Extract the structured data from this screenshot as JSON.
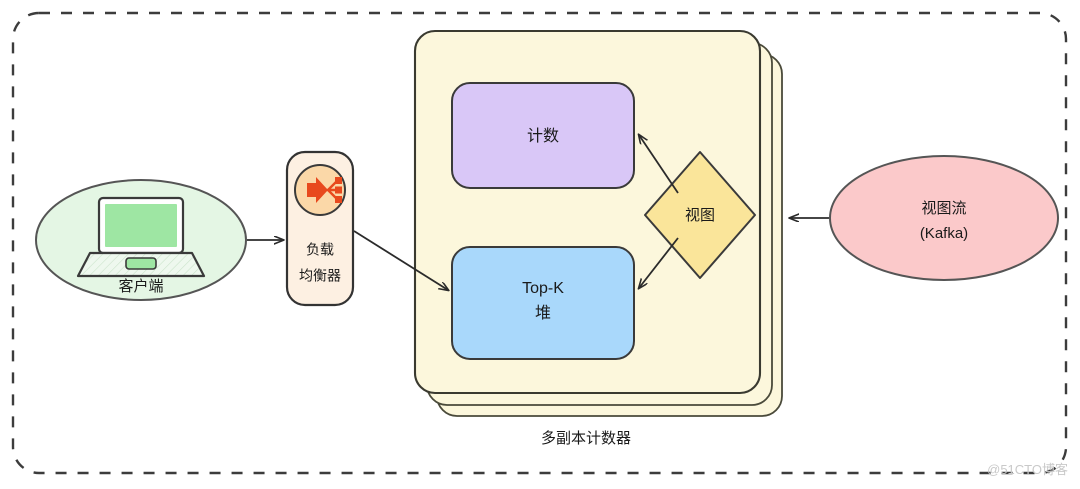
{
  "diagram": {
    "title_caption": "多副本计数器",
    "watermark": "@51CTO博客",
    "outer_border_style": "dashed-rounded-rect"
  },
  "nodes": {
    "client": {
      "label": "客户端",
      "icon": "laptop-icon",
      "shape": "ellipse",
      "fill": "#e4f6e4",
      "stroke": "#555555"
    },
    "load_balancer": {
      "label_line1": "负载",
      "label_line2": "均衡器",
      "icon": "load-balancer-icon",
      "shape": "rounded-rect",
      "fill": "#fdf0e2",
      "stroke": "#333333",
      "icon_circle_fill": "#fbd8a8",
      "icon_glyph_color": "#e8491d"
    },
    "counter_panel": {
      "caption": "多副本计数器",
      "shape": "stacked-rounded-rect",
      "fill": "#fcf7dc",
      "stroke": "#4a4a3a",
      "stack_count": 3
    },
    "count_box": {
      "label": "计数",
      "shape": "rounded-rect",
      "fill": "#d9c7f7",
      "stroke": "#3a3a3a"
    },
    "topk_box": {
      "label_line1": "Top-K",
      "label_line2": "堆",
      "shape": "rounded-rect",
      "fill": "#a9d8fb",
      "stroke": "#3a3a3a"
    },
    "view_diamond": {
      "label": "视图",
      "shape": "diamond",
      "fill": "#fae59a",
      "stroke": "#3a3a3a"
    },
    "view_stream": {
      "label_line1": "视图流",
      "label_line2": "(Kafka)",
      "shape": "ellipse",
      "fill": "#fbc9ca",
      "stroke": "#555555"
    }
  },
  "edges": [
    {
      "name": "client-to-load-balancer",
      "from": "client",
      "to": "load_balancer",
      "style": "solid-arrow"
    },
    {
      "name": "load-balancer-to-topk",
      "from": "load_balancer",
      "to": "topk_box",
      "style": "solid-arrow"
    },
    {
      "name": "view-to-count",
      "from": "view_diamond",
      "to": "count_box",
      "style": "solid-arrow"
    },
    {
      "name": "view-to-topk",
      "from": "view_diamond",
      "to": "topk_box",
      "style": "solid-arrow"
    },
    {
      "name": "view-stream-to-panel",
      "from": "view_stream",
      "to": "counter_panel",
      "style": "solid-arrow"
    }
  ]
}
